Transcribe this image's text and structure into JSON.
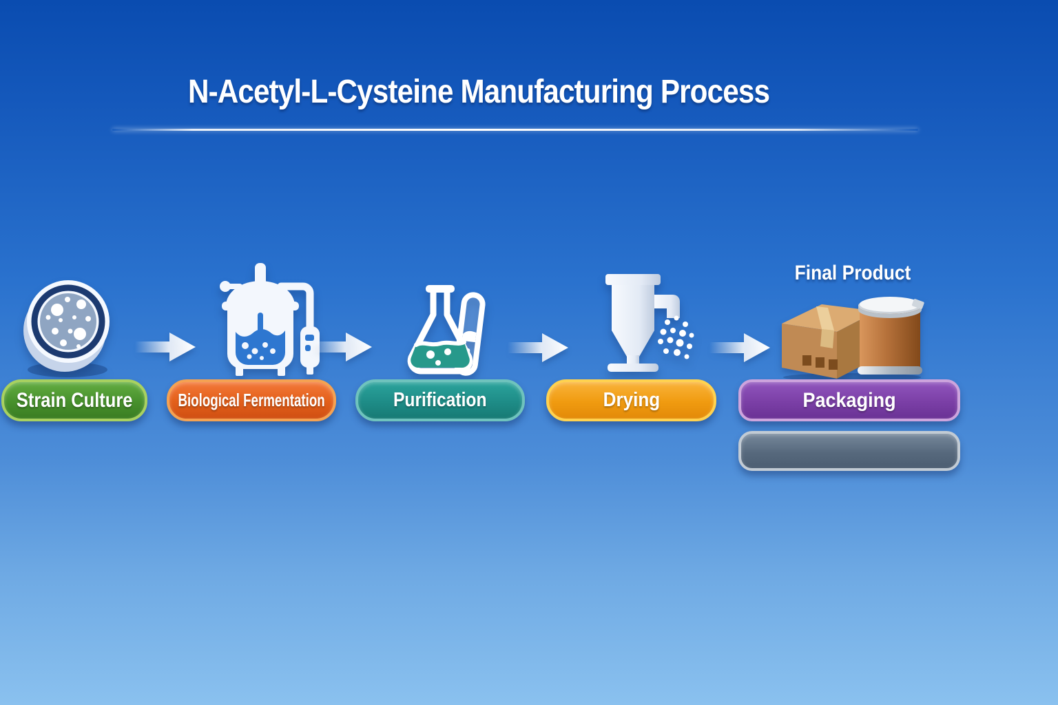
{
  "title": {
    "text": "N-Acetyl-L-Cysteine Manufacturing Process"
  },
  "final_product": {
    "label": "Final Product"
  },
  "steps": [
    {
      "id": "strain-culture",
      "label": "Strain Culture",
      "pill_color": "#47902c",
      "pill_border": "#a8d160",
      "icon": "petri-dish-icon"
    },
    {
      "id": "biological-fermentation",
      "label": "Biological Fermentation",
      "pill_color": "#e4611b",
      "pill_border": "#f5a252",
      "icon": "fermenter-icon"
    },
    {
      "id": "purification",
      "label": "Purification",
      "pill_color": "#1e8c87",
      "pill_border": "#6fc3bd",
      "icon": "flask-test-tube-icon"
    },
    {
      "id": "drying",
      "label": "Drying",
      "pill_color": "#f09b10",
      "pill_border": "#ffd24f",
      "icon": "spray-dryer-icon"
    },
    {
      "id": "packaging",
      "label": "Packaging",
      "pill_color": "#7b3fa6",
      "pill_border": "#cda4dd",
      "icon": "box-and-drum-icon"
    }
  ],
  "empty_bar": {
    "color": "#57697d",
    "border": "#c2cbd4",
    "label": ""
  },
  "background": {
    "top": "#0a4cb0",
    "bottom": "#8ac1ef"
  },
  "arrows": {
    "count": 4,
    "color": "#ffffff"
  }
}
